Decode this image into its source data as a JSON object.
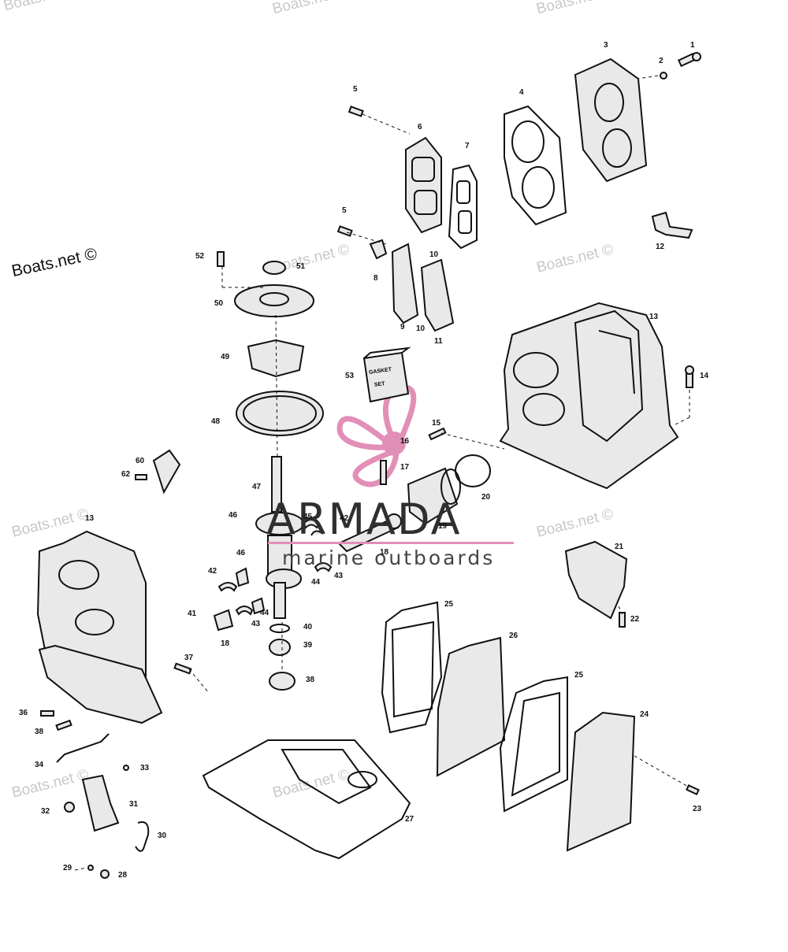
{
  "watermarks": {
    "top_left": "Boats.net",
    "top_center": "Boats.net",
    "top_right": "Boats.net",
    "left_main": "Boats.net ©",
    "mid_center": "Boats.net ©",
    "mid_right": "Boats.net ©",
    "left_mid": "Boats.net ©",
    "right_mid2": "Boats.net ©",
    "bottom_left": "Boats.net ©",
    "bottom_center": "Boats.net ©"
  },
  "brand": {
    "name": "ARMADA",
    "tagline": "marine outboards"
  },
  "box_label": {
    "line1": "GASKET",
    "line2": "SET"
  },
  "parts": [
    "1",
    "2",
    "3",
    "4",
    "5",
    "6",
    "7",
    "5",
    "8",
    "9",
    "10",
    "10",
    "11",
    "12",
    "52",
    "51",
    "50",
    "49",
    "53",
    "48",
    "13",
    "14",
    "15",
    "16",
    "17",
    "60",
    "62",
    "47",
    "20",
    "46",
    "45",
    "42",
    "19",
    "18",
    "13",
    "21",
    "46",
    "42",
    "44",
    "43",
    "41",
    "43",
    "44",
    "22",
    "40",
    "39",
    "18",
    "37",
    "25",
    "26",
    "38",
    "25",
    "36",
    "24",
    "38",
    "34",
    "33",
    "23",
    "32",
    "31",
    "27",
    "30",
    "29",
    "28"
  ]
}
